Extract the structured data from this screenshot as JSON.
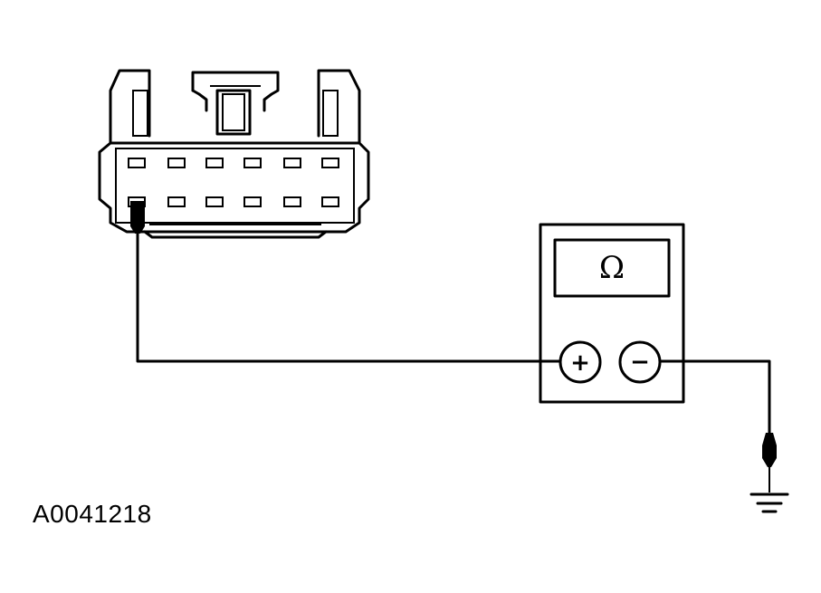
{
  "figure": {
    "id_label": "A0041218"
  },
  "meter": {
    "display_symbol": "Ω",
    "positive_terminal": "+",
    "negative_terminal": "−"
  },
  "connector": {
    "pin_rows": 2,
    "pins_per_row": 6
  },
  "icons": {
    "connector": "connector-icon",
    "probe": "probe-icon",
    "ground": "ground-icon",
    "multimeter": "multimeter-icon"
  },
  "colors": {
    "ink": "#000000",
    "background": "#ffffff"
  }
}
